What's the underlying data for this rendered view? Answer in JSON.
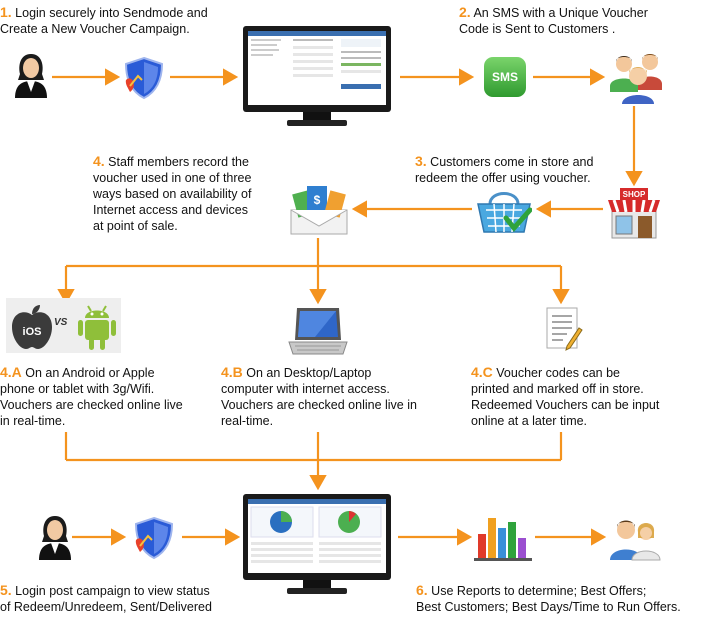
{
  "steps": {
    "s1": {
      "num": "1.",
      "line1": " Login securely into Sendmode and",
      "line2": "Create a New Voucher Campaign."
    },
    "s2": {
      "num": "2.",
      "line1": " An SMS with a Unique Voucher",
      "line2": "Code is Sent to Customers ."
    },
    "s3": {
      "num": "3.",
      "line1": " Customers come in store and",
      "line2": "redeem the offer using voucher."
    },
    "s4": {
      "num": "4.",
      "line1": " Staff members record the",
      "line2": "voucher used in one of three",
      "line3": "ways based on availability of",
      "line4": "Internet access and devices",
      "line5": "at point of sale."
    },
    "s4a": {
      "num": "4.A",
      "line1": " On an Android or Apple",
      "line2": "phone or tablet with 3g/Wifi.",
      "line3": "Vouchers are checked online live",
      "line4": "in real-time."
    },
    "s4b": {
      "num": "4.B",
      "line1": " On an Desktop/Laptop",
      "line2": "computer with internet access.",
      "line3": "Vouchers are checked online live in",
      "line4": "real-time."
    },
    "s4c": {
      "num": "4.C",
      "line1": " Voucher codes can be",
      "line2": "printed and marked off in store.",
      "line3": "Redeemed Vouchers can be input",
      "line4": "online at a later time."
    },
    "s5": {
      "num": "5.",
      "line1": " Login post campaign to view status",
      "line2": "of Redeem/Unredeem, Sent/Delivered"
    },
    "s6": {
      "num": "6.",
      "line1": " Use Reports to determine; Best Offers;",
      "line2": "Best Customers; Best Days/Time to Run Offers."
    }
  },
  "icon_labels": {
    "sms": "SMS",
    "ios": "iOS",
    "vs": "VS",
    "shop": "SHOP",
    "dollar": "$"
  },
  "colors": {
    "arrow": "#f4931e",
    "accent": "#f4931e",
    "monitor": "#1a1a1a",
    "sms": "#3cae3c",
    "shield": "#2a5bd7"
  }
}
